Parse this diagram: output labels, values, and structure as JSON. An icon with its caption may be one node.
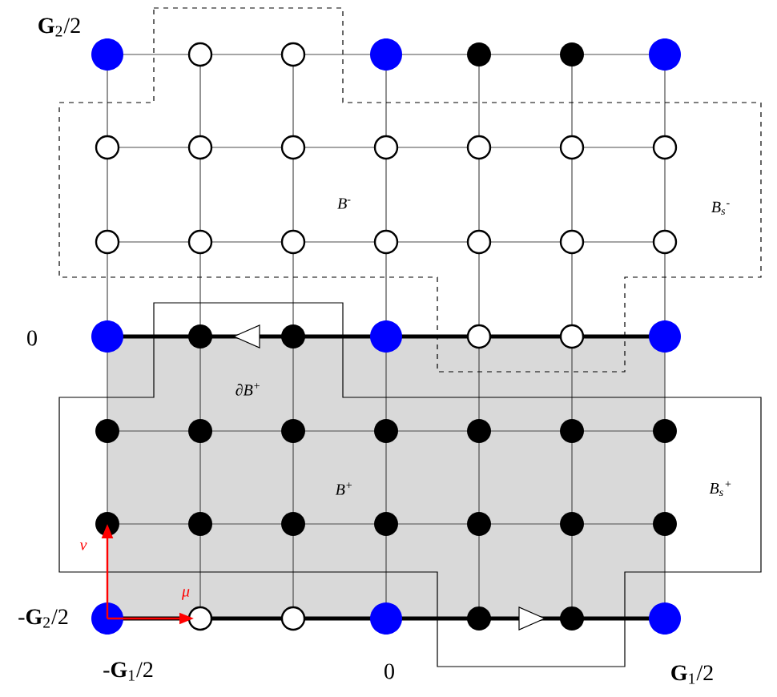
{
  "diagram": {
    "labels": [
      "**G**$_{2}$/2",
      "*B*$^{-}$",
      "*B*$_{s}$$^{-}$",
      "0",
      "∂*B*$^{+}$",
      "*B*$^{+}$",
      "*B*$_{s}$$^{+}$",
      "ν",
      "μ",
      "-**G**$_{2}$/2",
      "-**G**$_{1}$/2",
      "0",
      "**G**$_{1}$/2"
    ]
  }
}
